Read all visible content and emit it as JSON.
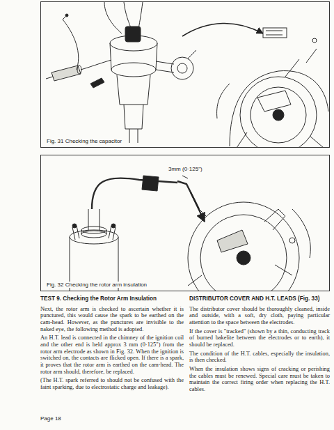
{
  "diagram": {
    "nodes": [
      {
        "text": [
          "Fig. 31 Checking the capacitor"
        ]
      },
      {
        "text": [
          "Fig. 32 Checking the rotor arm insulation"
        ]
      }
    ],
    "labels": [
      "TEST 9. Checking the Rotor Arm Insulation",
      "Next, the rotor arm is checked to ascertain whether it is punctured, this would cause the spark to be earthed on the cam-head. However, as the punctures are invisible to the naked eye, the following method is adopted.",
      "An H.T. lead is connected in the chimney of the ignition coil and the other end is held approx 3 mm (0·125\") from the rotor arm electrode as shown in Fig. 32. When the ignition is switched on, the contacts are flicked open. If there is a spark, it proves that the rotor arm is earthed on the cam-head. The rotor arm should, therefore, be replaced.",
      "(The H.T. spark referred to should not be confused with the faint sparking, due to electrostatic charge and leakage).",
      "DISTRIBUTOR COVER AND H.T. LEADS (Fig. 33)",
      "The distributor cover should be thoroughly cleaned, inside and outside, with a soft, dry cloth, paying particular attention to the space between the electrodes.",
      "If the cover is \"tracked\" (shown by a thin, conducting track of burned bakelite between the electrodes or to earth), it should be replaced.",
      "The condition of the H.T. cables, especially the insulation, is then checked.",
      "When the insulation shows signs of cracking or perishing the cables must be renewed. Special care must be taken to maintain the correct firing order when replacing the H.T. cables.",
      "3mm (0·125\")",
      "Page 18"
    ]
  }
}
